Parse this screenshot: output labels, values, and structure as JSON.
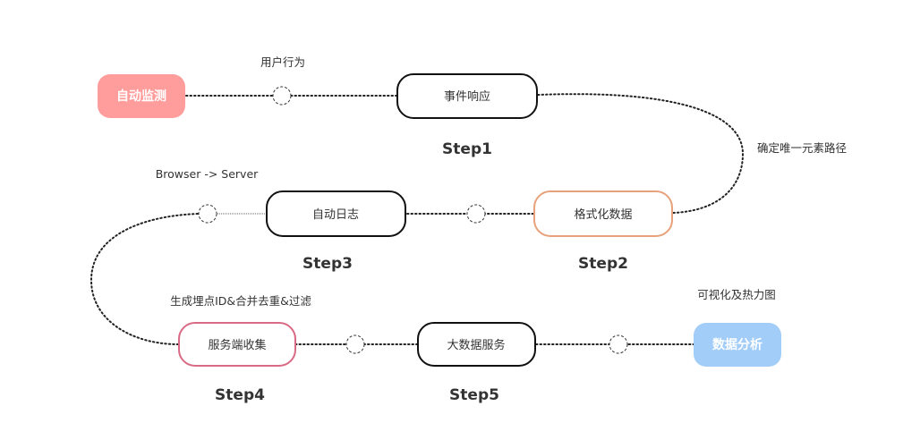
{
  "endpoints": {
    "start": {
      "label": "自动监测",
      "color": "#ff9c9c"
    },
    "end": {
      "label": "数据分析",
      "color": "#a3cdf9"
    }
  },
  "boxes": {
    "event_response": {
      "label": "事件响应",
      "border": "#111111"
    },
    "format_data": {
      "label": "格式化数据",
      "border": "#e7a27b"
    },
    "auto_log": {
      "label": "自动日志",
      "border": "#111111"
    },
    "server_collect": {
      "label": "服务端收集",
      "border": "#d96a85"
    },
    "big_data_service": {
      "label": "大数据服务",
      "border": "#111111"
    }
  },
  "steps": {
    "step1": "Step1",
    "step2": "Step2",
    "step3": "Step3",
    "step4": "Step4",
    "step5": "Step5"
  },
  "notes": {
    "user_behavior": "用户行为",
    "unique_path": "确定唯一元素路径",
    "browser_server": "Browser -> Server",
    "id_merge": "生成埋点ID&合并去重&过滤",
    "visualization": "可视化及热力图"
  }
}
